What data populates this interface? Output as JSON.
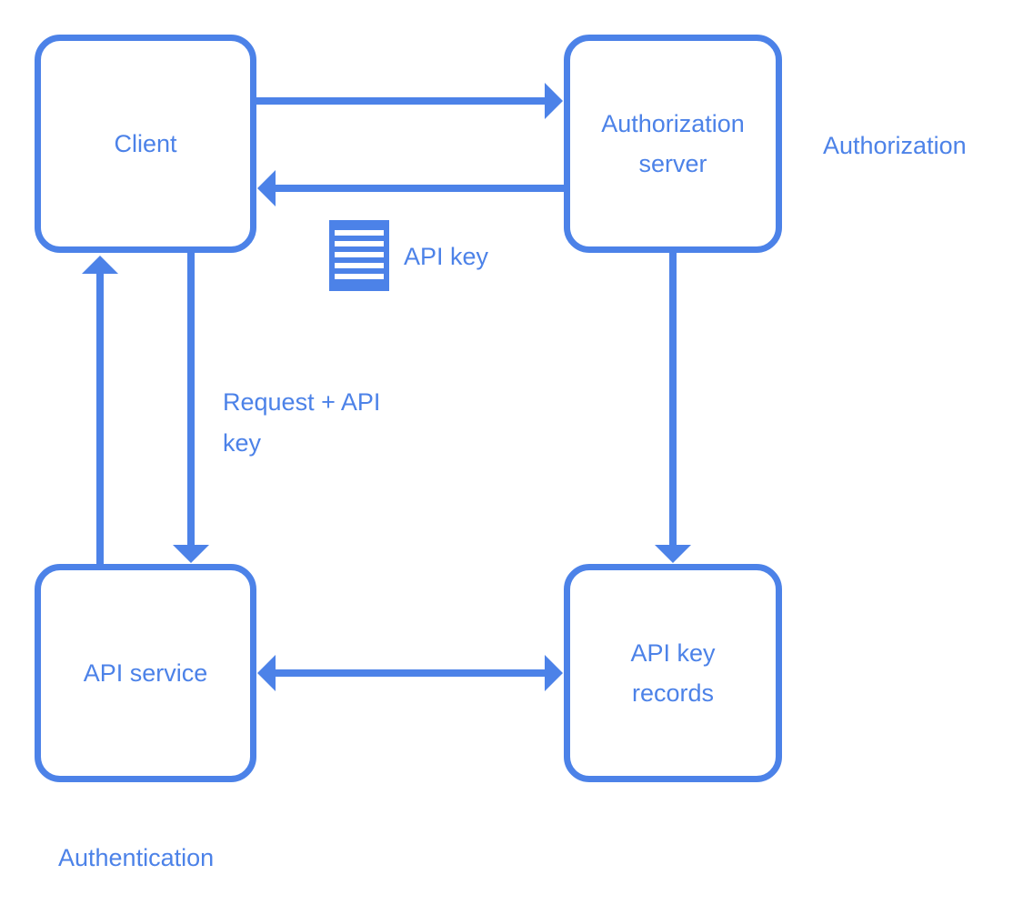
{
  "colors": {
    "accent": "#4C82E8",
    "background": "#FFFFFF"
  },
  "diagram": {
    "nodes": {
      "client": {
        "label": "Client"
      },
      "auth_server": {
        "label": "Authorization server"
      },
      "api_service": {
        "label": "API service"
      },
      "api_key_records": {
        "label": "API key records"
      }
    },
    "annotations": {
      "authorization": "Authorization",
      "authentication": "Authentication",
      "api_key": "API key",
      "request_api_key": "Request + API key"
    },
    "icons": {
      "api_key_document": "document-with-text-lines-icon"
    },
    "edges": [
      {
        "from": "client",
        "to": "auth_server",
        "direction": "right"
      },
      {
        "from": "auth_server",
        "to": "client",
        "direction": "left"
      },
      {
        "from": "auth_server",
        "to": "api_key_records",
        "direction": "down"
      },
      {
        "from": "api_service",
        "to": "client",
        "direction": "up"
      },
      {
        "from": "client",
        "to": "api_service",
        "direction": "down",
        "label": "Request + API key"
      },
      {
        "from": "api_service",
        "to": "api_key_records",
        "direction": "both"
      }
    ]
  }
}
